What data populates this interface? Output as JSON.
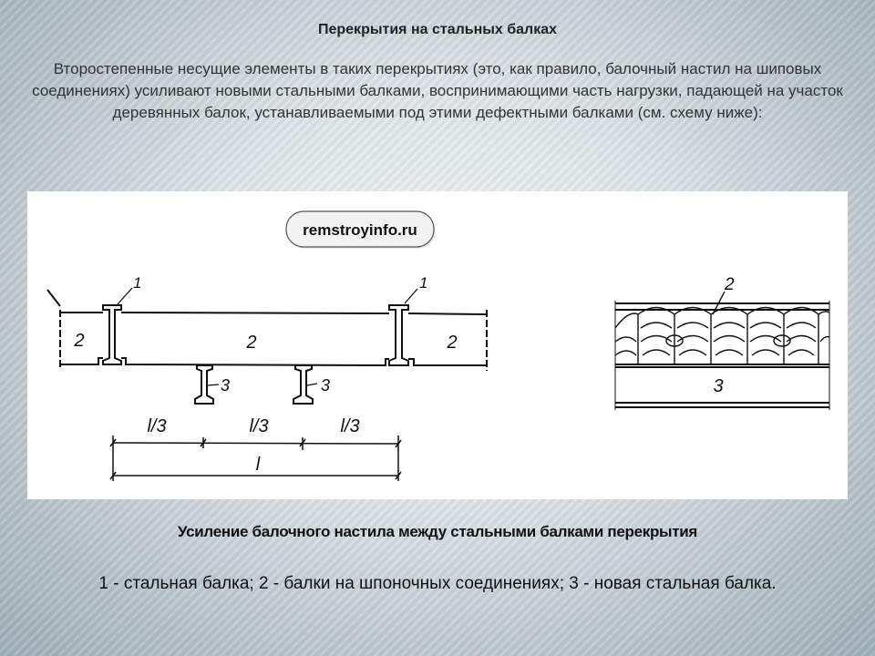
{
  "slide": {
    "title": "Перекрытия на стальных балках",
    "intro": "Второстепенные несущие элементы в таких перекрытиях (это, как правило, балочный настил на шиповых соединениях) усиливают новыми стальными балками, воспринимающими часть нагрузки, падающей на участок деревянных балок, устанавливаемыми под этими дефектными балками (см. схему ниже):",
    "caption": "Усиление балочного настила между стальными балками перекрытия",
    "legend": "1 - стальная балка; 2 - балки на шпоночных соединениях; 3 - новая стальная балка."
  },
  "figure": {
    "watermark": "remstroyinfo.ru",
    "labels": {
      "steel_beam": "1",
      "keyed_beam": "2",
      "new_beam": "3",
      "third": "l/3",
      "span": "l"
    }
  }
}
